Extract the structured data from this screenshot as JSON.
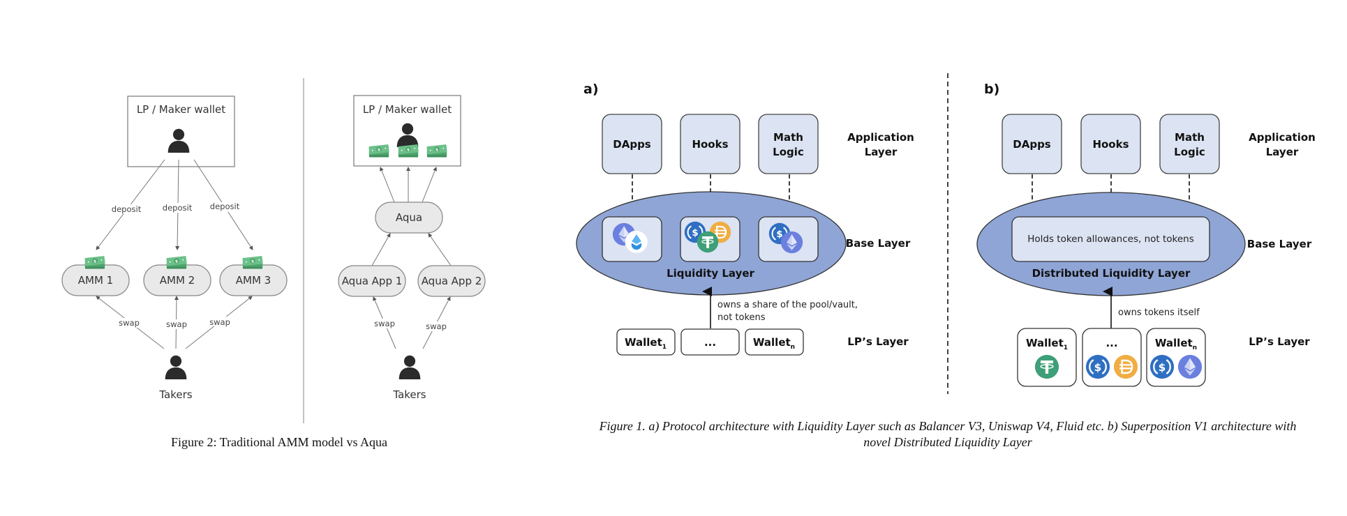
{
  "figure2": {
    "caption": "Figure 2: Traditional AMM model vs Aqua",
    "traditional": {
      "wallet_label": "LP / Maker wallet",
      "deposit_labels": [
        "deposit",
        "deposit",
        "deposit"
      ],
      "amms": [
        "AMM 1",
        "AMM 2",
        "AMM 3"
      ],
      "swap_labels": [
        "swap",
        "swap",
        "swap"
      ],
      "takers_label": "Takers"
    },
    "aqua": {
      "wallet_label": "LP / Maker wallet",
      "aqua_label": "Aqua",
      "apps": [
        "Aqua App 1",
        "Aqua App 2"
      ],
      "swap_labels": [
        "swap",
        "swap"
      ],
      "takers_label": "Takers"
    }
  },
  "figure1": {
    "caption_line1": "Figure 1. a) Protocol architecture with Liquidity Layer such as Balancer V3, Uniswap V4, Fluid etc. b) Superposition V1 architecture with",
    "caption_line2": "novel Distributed Liquidity Layer",
    "panel_a": {
      "label": "a)",
      "apps": [
        "DApps",
        "Hooks",
        "Math",
        "Logic"
      ],
      "layer_application": [
        "Application",
        "Layer"
      ],
      "layer_base": "Base Layer",
      "layer_lp": "LP’s Layer",
      "liquidity_layer_label": "Liquidity Layer",
      "pools": [
        {
          "tokens": [
            "eth-icon",
            "lido-steth-icon"
          ]
        },
        {
          "tokens": [
            "usdc-icon",
            "dai-icon",
            "usdt-icon"
          ]
        },
        {
          "tokens": [
            "usdc-icon",
            "eth-icon"
          ]
        }
      ],
      "ownership_note": [
        "owns a share of the pool/vault,",
        "not tokens"
      ],
      "wallets": [
        {
          "base": "Wallet",
          "sub": "1"
        },
        {
          "base": "...",
          "sub": ""
        },
        {
          "base": "Wallet",
          "sub": "n"
        }
      ]
    },
    "panel_b": {
      "label": "b)",
      "apps": [
        "DApps",
        "Hooks",
        "Math",
        "Logic"
      ],
      "layer_application": [
        "Application",
        "Layer"
      ],
      "layer_base": "Base Layer",
      "layer_lp": "LP’s Layer",
      "holds_label": "Holds token allowances, not tokens",
      "liquidity_layer_label": "Distributed Liquidity Layer",
      "ownership_note": "owns tokens itself",
      "wallets": [
        {
          "base": "Wallet",
          "sub": "1",
          "tokens": [
            "usdt-icon"
          ]
        },
        {
          "base": "...",
          "sub": "",
          "tokens": [
            "usdc-icon",
            "dai-icon"
          ]
        },
        {
          "base": "Wallet",
          "sub": "n",
          "tokens": [
            "usdc-icon",
            "eth-icon"
          ]
        }
      ]
    },
    "colors": {
      "ellipse_fill": "#8fa5d6",
      "box_fill": "#dce3f2",
      "eth": "#6b7fde",
      "usdc": "#2f6fc2",
      "dai": "#f0ad43",
      "usdt": "#3e9f78",
      "cash": "#5db27a"
    }
  }
}
